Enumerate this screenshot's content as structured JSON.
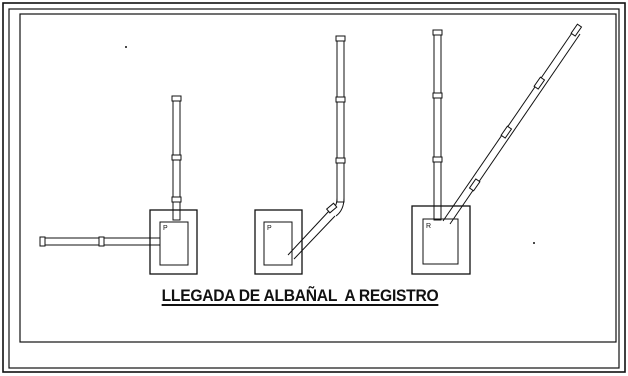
{
  "diagram": {
    "title": "LLEGADA DE ALBAÑAL  A REGISTRO",
    "registers": [
      {
        "id": "left",
        "label": "P"
      },
      {
        "id": "center",
        "label": "P"
      },
      {
        "id": "right",
        "label": "R"
      }
    ]
  },
  "colors": {
    "line": "#111111",
    "background": "#ffffff"
  }
}
